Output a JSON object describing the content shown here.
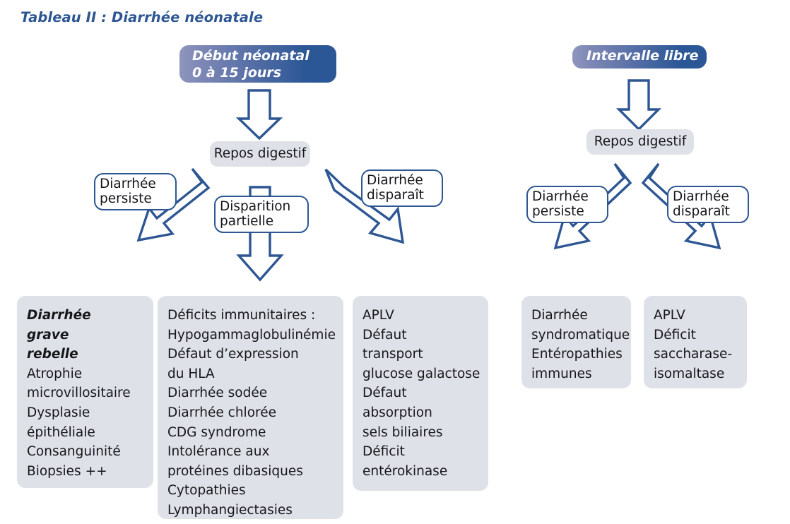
{
  "title": "Tableau II : Diarrhée néonatale",
  "left_branch": {
    "header": {
      "line1": "Début néonatal",
      "line2": "0 à 15 jours"
    },
    "node": "Repos digestif",
    "labels": {
      "persists": {
        "line1": "Diarrhée",
        "line2": "persiste"
      },
      "partial": {
        "line1": "Disparition",
        "line2": "partielle"
      },
      "disappears": {
        "line1": "Diarrhée",
        "line2": "disparaît"
      }
    },
    "panels": [
      {
        "name": "severe-refractory-diarrhea",
        "lines": [
          {
            "text": "Diarrhée",
            "emphasis": true
          },
          {
            "text": "grave",
            "emphasis": true
          },
          {
            "text": "rebelle",
            "emphasis": true
          },
          {
            "text": "Atrophie",
            "emphasis": false
          },
          {
            "text": "microvillositaire",
            "emphasis": false
          },
          {
            "text": "Dysplasie",
            "emphasis": false
          },
          {
            "text": "épithéliale",
            "emphasis": false
          },
          {
            "text": "Consanguinité",
            "emphasis": false
          },
          {
            "text": "Biopsies ++",
            "emphasis": false
          }
        ]
      },
      {
        "name": "immune-deficiencies",
        "lines": [
          {
            "text": "Déficits immunitaires :",
            "emphasis": false
          },
          {
            "text": "Hypogammaglobulinémie",
            "emphasis": false
          },
          {
            "text": "Défaut d’expression",
            "emphasis": false
          },
          {
            "text": "du HLA",
            "emphasis": false
          },
          {
            "text": "Diarrhée sodée",
            "emphasis": false
          },
          {
            "text": "Diarrhée chlorée",
            "emphasis": false
          },
          {
            "text": "CDG syndrome",
            "emphasis": false
          },
          {
            "text": "Intolérance aux",
            "emphasis": false
          },
          {
            "text": "protéines dibasiques",
            "emphasis": false
          },
          {
            "text": "Cytopathies",
            "emphasis": false
          },
          {
            "text": "Lymphangiectasies",
            "emphasis": false
          }
        ]
      },
      {
        "name": "transport-absorption-defects",
        "lines": [
          {
            "text": "APLV",
            "emphasis": false
          },
          {
            "text": "Défaut",
            "emphasis": false
          },
          {
            "text": "transport",
            "emphasis": false
          },
          {
            "text": "glucose galactose",
            "emphasis": false
          },
          {
            "text": "Défaut",
            "emphasis": false
          },
          {
            "text": "absorption",
            "emphasis": false
          },
          {
            "text": "sels biliaires",
            "emphasis": false
          },
          {
            "text": "Déficit",
            "emphasis": false
          },
          {
            "text": "entérokinase",
            "emphasis": false
          }
        ]
      }
    ]
  },
  "right_branch": {
    "header": {
      "line1": "Intervalle libre"
    },
    "node": "Repos digestif",
    "labels": {
      "persists": {
        "line1": "Diarrhée",
        "line2": "persiste"
      },
      "disappears": {
        "line1": "Diarrhée",
        "line2": "disparaît"
      }
    },
    "panels": [
      {
        "name": "syndromic-diarrhea",
        "lines": [
          {
            "text": "Diarrhée",
            "emphasis": false
          },
          {
            "text": "syndromatique",
            "emphasis": false
          },
          {
            "text": "Entéropathies",
            "emphasis": false
          },
          {
            "text": "immunes",
            "emphasis": false
          }
        ]
      },
      {
        "name": "sucrase-isomaltase-deficiency",
        "lines": [
          {
            "text": "APLV",
            "emphasis": false
          },
          {
            "text": "Déficit",
            "emphasis": false
          },
          {
            "text": "saccharase-",
            "emphasis": false
          },
          {
            "text": "isomaltase",
            "emphasis": false
          }
        ]
      }
    ]
  },
  "colors": {
    "accent_blue": "#2d5693",
    "header_gradient_start": "#8e96bf",
    "header_gradient_end": "#2c5796",
    "panel_grey": "#dfe1e8",
    "text_dark": "#15171a"
  }
}
